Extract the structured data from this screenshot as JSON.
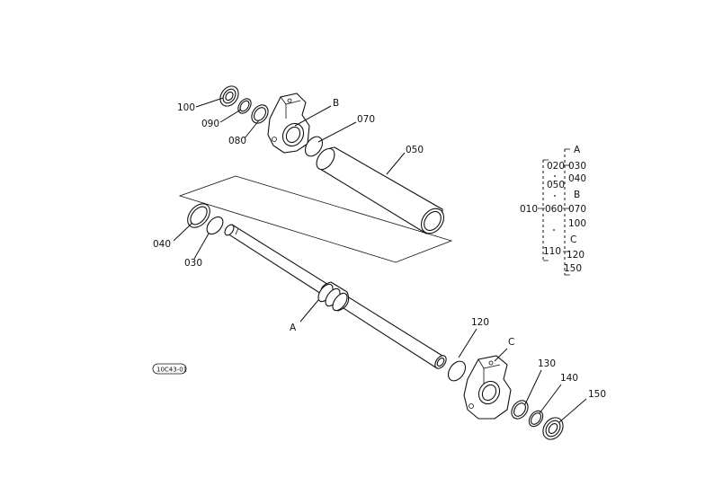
{
  "callouts": {
    "p100": "100",
    "p090": "090",
    "p080": "080",
    "pB": "B",
    "p070": "070",
    "p050": "050",
    "p040": "040",
    "p030": "030",
    "pA": "A",
    "p120": "120",
    "pC": "C",
    "p130": "130",
    "p140": "140",
    "p150": "150"
  },
  "tree": {
    "grpA": "A",
    "n020": "020",
    "n030": "030",
    "n040": "040",
    "n050": "050",
    "grpB": "B",
    "n010": "010",
    "n060": "060",
    "n070": "070",
    "n100": "100",
    "grpC": "C",
    "n110": "110",
    "n120": "120",
    "n150": "150"
  },
  "stamp": "10C43-01"
}
